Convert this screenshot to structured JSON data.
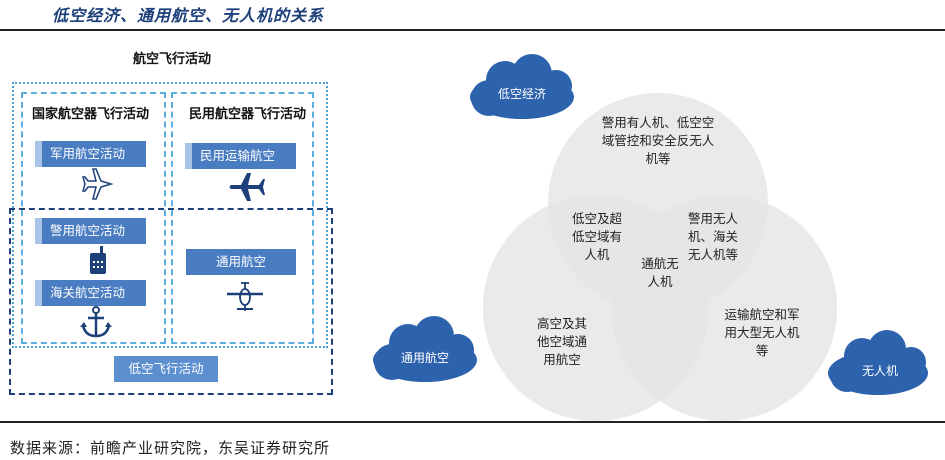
{
  "header": {
    "title": "低空经济、通用航空、无人机的关系"
  },
  "footer": {
    "source": "数据来源：前瞻产业研究院，东吴证券研究所"
  },
  "left_diagram": {
    "top_label": "航空飞行活动",
    "state_label": "国家航空器飞行活动",
    "civil_label": "民用航空器飞行活动",
    "military": "军用航空活动",
    "civil_transport": "民用运输航空",
    "police": "警用航空活动",
    "customs": "海关航空活动",
    "general_aviation": "通用航空",
    "low_altitude_flight": "低空飞行活动",
    "icons": [
      "airplane-outline-icon",
      "airplane-solid-icon",
      "walkie-talkie-icon",
      "anchor-icon",
      "small-plane-icon"
    ]
  },
  "venn": {
    "clouds": {
      "low_altitude_economy": "低空经济",
      "general_aviation": "通用航空",
      "drones": "无人机"
    },
    "regions": {
      "top": [
        "警用有人机、低空空",
        "域管控和安全反无人",
        "机等"
      ],
      "top_left": [
        "低空及超",
        "低空域有",
        "人机"
      ],
      "top_right": [
        "警用无人",
        "机、海关",
        "无人机等"
      ],
      "center": [
        "通航无",
        "人机"
      ],
      "left": [
        "高空及其",
        "他空域通",
        "用航空"
      ],
      "right": [
        "运输航空和军",
        "用大型无人机",
        "等"
      ]
    },
    "colors": {
      "circle": "#e4e4e4",
      "overlap": "#d2d2d2",
      "cloud": "#2d62ad"
    }
  }
}
